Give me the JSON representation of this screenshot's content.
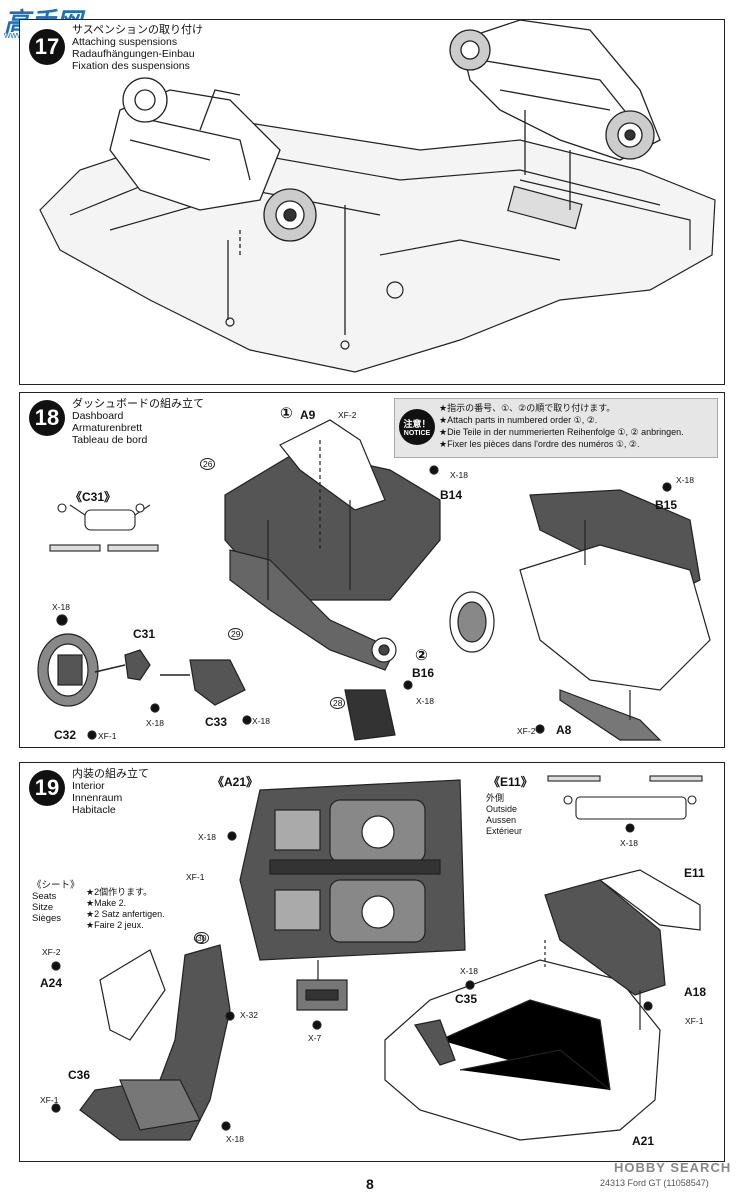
{
  "watermark": {
    "logo": "高手网",
    "url": "www.gaoshou.com"
  },
  "step17": {
    "number": "17",
    "title_jp": "サスペンションの取り付け",
    "title_en": "Attaching suspensions",
    "title_de": "Radaufhängungen-Einbau",
    "title_fr": "Fixation des suspensions"
  },
  "step18": {
    "number": "18",
    "title_jp": "ダッシュボードの組み立て",
    "title_en": "Dashboard",
    "title_de": "Armaturenbrett",
    "title_fr": "Tableau de bord",
    "notice": {
      "badge_jp": "注意！",
      "badge_en": "NOTICE",
      "lines": [
        "★指示の番号、①、②の順で取り付けます。",
        "★Attach parts in numbered order ①, ②.",
        "★Die Teile in der nummerierten Reihenfolge ①, ② anbringen.",
        "★Fixer les pièces dans l'ordre des numéros ①, ②."
      ]
    },
    "labels": {
      "c31_header": "《C31》",
      "a9": "A9",
      "a9_num": "①",
      "xf2_a9": "XF-2",
      "x18_b14": "X-18",
      "b14": "B14",
      "x18_b15": "X-18",
      "b15": "B15",
      "p26": "26",
      "p29": "29",
      "p28": "28",
      "x18_wheel": "X-18",
      "c31": "C31",
      "c32": "C32",
      "xf1_c32": "XF-1",
      "x18_c31": "X-18",
      "c33": "C33",
      "x18_c33": "X-18",
      "b16": "B16",
      "b16_num": "②",
      "x18_b16": "X-18",
      "xf2_a8": "XF-2",
      "a8": "A8"
    }
  },
  "step19": {
    "number": "19",
    "title_jp": "内装の組み立て",
    "title_en": "Interior",
    "title_de": "Innenraum",
    "title_fr": "Habitacle",
    "seat_note": {
      "header_jp": "《シート》",
      "header_en": "Seats",
      "header_de": "Sitze",
      "header_fr": "Sièges",
      "make_jp": "★2個作ります。",
      "make_en": "★Make 2.",
      "make_de": "★2 Satz anfertigen.",
      "make_fr": "★Faire 2 jeux."
    },
    "labels": {
      "a21_header": "《A21》",
      "e11_header": "《E11》",
      "outside_jp": "外側",
      "outside_en": "Outside",
      "outside_de": "Aussen",
      "outside_fr": "Extérieur",
      "x18_a21": "X-18",
      "xf1_a21": "XF-1",
      "x7": "X-7",
      "x18_e11": "X-18",
      "xf2_a24": "XF-2",
      "a24": "A24",
      "p30": "30",
      "x32": "X-32",
      "c36": "C36",
      "xf1_c36": "XF-1",
      "x18_c36": "X-18",
      "x18_c35": "X-18",
      "c35": "C35",
      "e11": "E11",
      "a18": "A18",
      "xf1_a18": "XF-1",
      "a21": "A21"
    }
  },
  "footer": {
    "page": "8",
    "code": "24313 Ford GT (11058547)",
    "watermark": "HOBBY SEARCH"
  }
}
